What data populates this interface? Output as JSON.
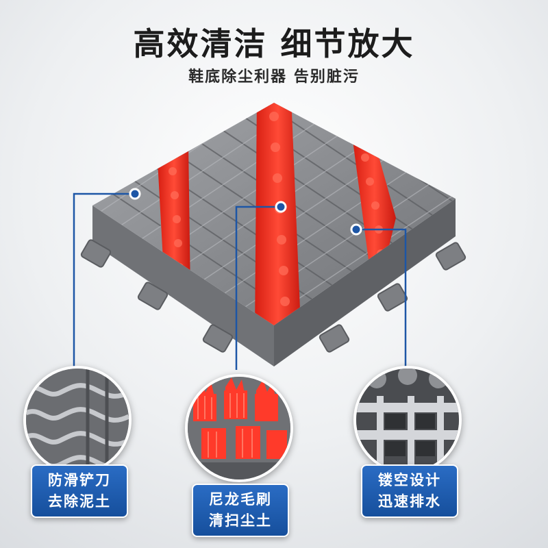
{
  "header": {
    "title": "高效清洁 细节放大",
    "subtitle": "鞋底除尘利器 告别脏污"
  },
  "features": [
    {
      "line1": "防滑铲刀",
      "line2": "去除泥土"
    },
    {
      "line1": "尼龙毛刷",
      "line2": "清扫尘土"
    },
    {
      "line1": "镂空设计",
      "line2": "迅速排水"
    }
  ],
  "colors": {
    "accent_blue": "#1d56a6",
    "bristle_red": "#ff3a2a",
    "mat_gray": "#8a8c90"
  },
  "icons": [
    "callout-dot-icon"
  ]
}
